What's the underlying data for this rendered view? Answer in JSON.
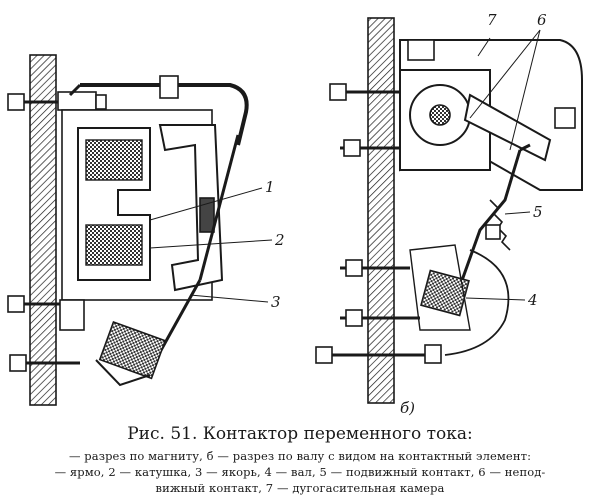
{
  "figure": {
    "labels": {
      "n1": "1",
      "n2": "2",
      "n3": "3",
      "n4": "4",
      "n5": "5",
      "n6": "6",
      "n7": "7",
      "sub_b": "б)"
    }
  },
  "caption": {
    "title": "Рис. 51. Контактор переменного тока:",
    "line1": "— разрез по магниту, б — разрез по валу с видом на контактный элемент:",
    "line2": "— ярмо, 2 — катушка, 3 — якорь, 4 — вал, 5 — подвижный контакт, 6 — непод-",
    "line3": "вижный контакт, 7 — дугогасительная камера"
  },
  "colors": {
    "ink": "#1a1a1a",
    "paper": "#ffffff",
    "hatch": "#555555"
  }
}
